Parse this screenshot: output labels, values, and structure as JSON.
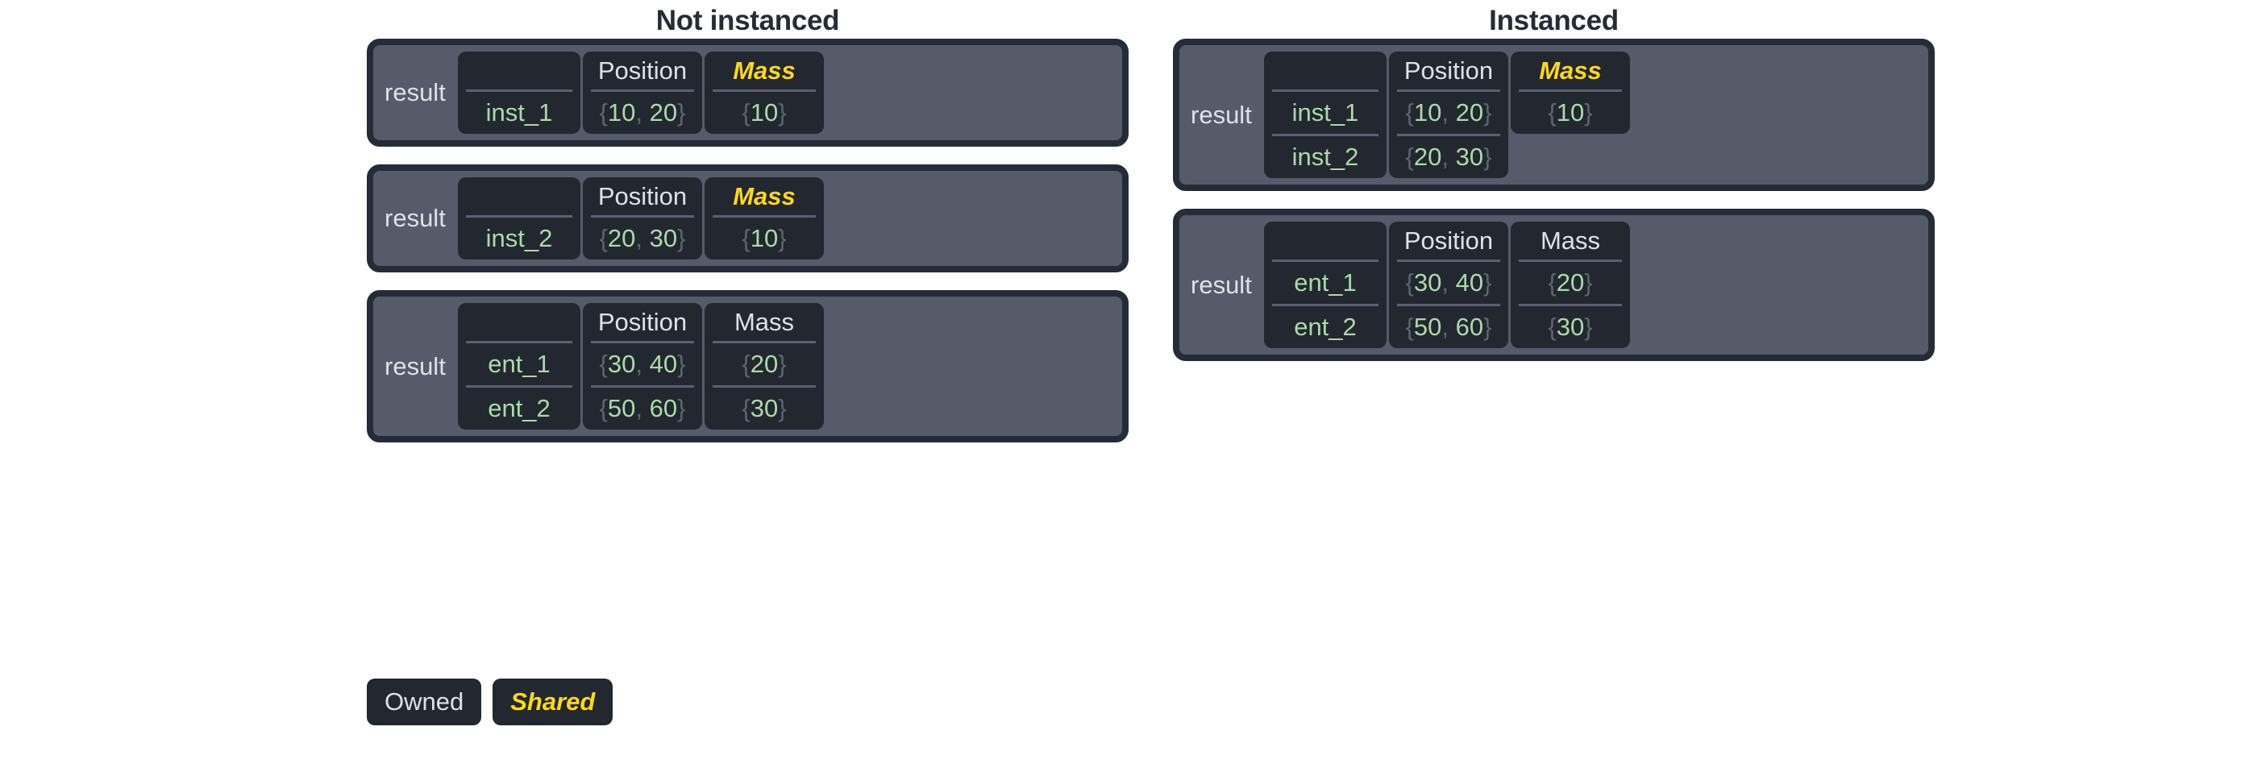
{
  "columns": [
    {
      "key": "not_instanced",
      "title": "Not instanced",
      "boxes": [
        {
          "owner_label": "result",
          "name_header": "",
          "columns": [
            {
              "header": "Position",
              "shared": false
            },
            {
              "header": "Mass",
              "shared": true
            }
          ],
          "rows": [
            {
              "name": "inst_1",
              "position": "{10, 20}",
              "mass": "{10}"
            }
          ]
        },
        {
          "owner_label": "result",
          "name_header": "",
          "columns": [
            {
              "header": "Position",
              "shared": false
            },
            {
              "header": "Mass",
              "shared": true
            }
          ],
          "rows": [
            {
              "name": "inst_2",
              "position": "{20, 30}",
              "mass": "{10}"
            }
          ]
        },
        {
          "owner_label": "result",
          "name_header": "",
          "columns": [
            {
              "header": "Position",
              "shared": false
            },
            {
              "header": "Mass",
              "shared": false
            }
          ],
          "rows": [
            {
              "name": "ent_1",
              "position": "{30, 40}",
              "mass": "{20}"
            },
            {
              "name": "ent_2",
              "position": "{50, 60}",
              "mass": "{30}"
            }
          ]
        }
      ]
    },
    {
      "key": "instanced",
      "title": "Instanced",
      "boxes": [
        {
          "owner_label": "result",
          "name_header": "",
          "columns": [
            {
              "header": "Position",
              "shared": false
            },
            {
              "header": "Mass",
              "shared": true
            }
          ],
          "rows": [
            {
              "name": "inst_1",
              "position": "{10, 20}",
              "mass": "{10}"
            },
            {
              "name": "inst_2",
              "position": "{20, 30}",
              "mass": null
            }
          ]
        },
        {
          "owner_label": "result",
          "name_header": "",
          "columns": [
            {
              "header": "Position",
              "shared": false
            },
            {
              "header": "Mass",
              "shared": false
            }
          ],
          "rows": [
            {
              "name": "ent_1",
              "position": "{30, 40}",
              "mass": "{20}"
            },
            {
              "name": "ent_2",
              "position": "{50, 60}",
              "mass": "{30}"
            }
          ]
        }
      ]
    }
  ],
  "legend": [
    {
      "label": "Owned",
      "shared": false
    },
    {
      "label": "Shared",
      "shared": true
    }
  ],
  "colors": {
    "frame": "#262b38",
    "owner_background": "#555b69",
    "cell_background": "#23272f",
    "text_white": "#dde1e8",
    "value_green": "#a8dba8",
    "brace_grey": "#5d6472",
    "shared_yellow": "#ffd91a",
    "rule": "#5a6070",
    "page_background": "#ffffff"
  }
}
